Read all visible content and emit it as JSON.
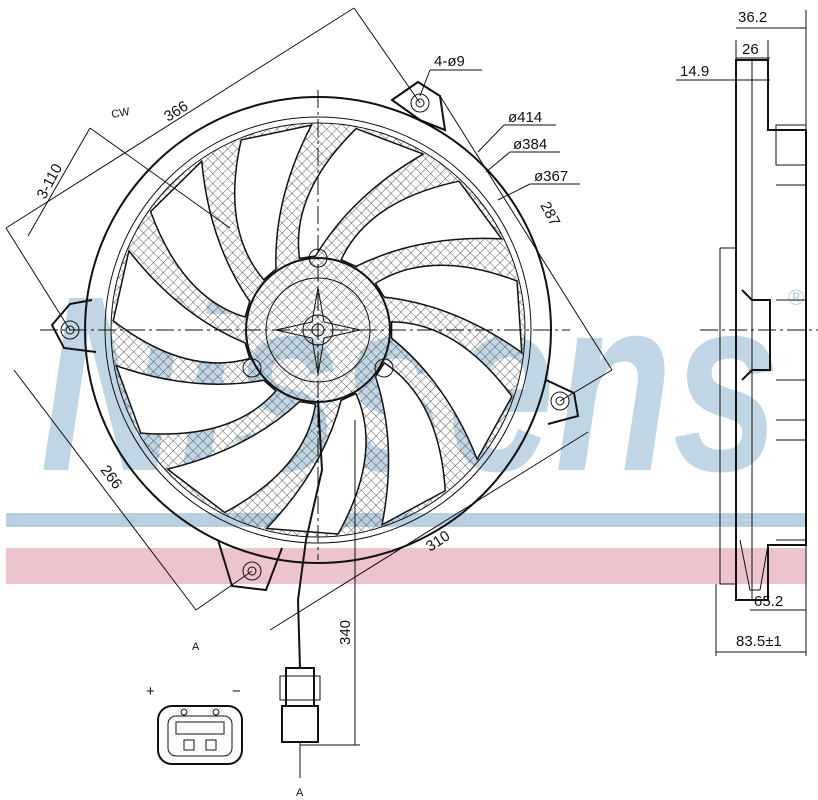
{
  "watermark": {
    "text": "Nissens",
    "registered": "®",
    "band_blue": "#b7cfe0",
    "band_red": "#eab9c4"
  },
  "labels": {
    "cw": "CW",
    "dim_366": "366",
    "dim_3_110": "3-110",
    "holes": "4-ø9",
    "d414": "ø414",
    "d384": "ø384",
    "d367": "ø367",
    "dim_287": "287",
    "dim_266": "266",
    "dim_310": "310",
    "dim_340": "340",
    "view_a_top": "A",
    "view_a_bottom": "A",
    "plus": "+",
    "minus": "−",
    "dim_36_2": "36.2",
    "dim_26": "26",
    "dim_14_9": "14.9",
    "dim_65_2": "65.2",
    "dim_83_5": "83.5±1"
  },
  "colors": {
    "line": "#111111",
    "mesh": "#333333"
  }
}
